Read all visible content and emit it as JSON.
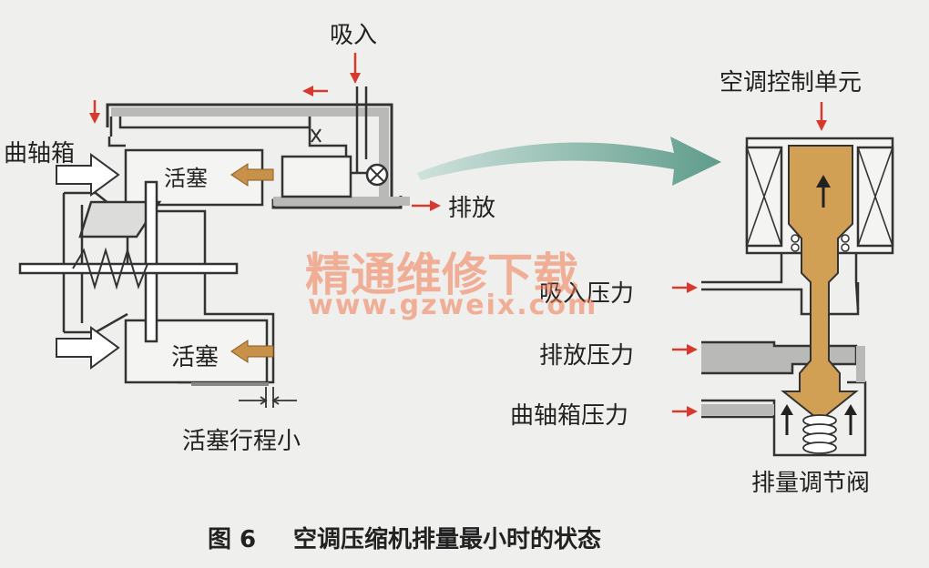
{
  "labels": {
    "suction": "吸入",
    "crankcase": "曲轴箱",
    "piston_top": "活塞",
    "piston_bottom": "活塞",
    "discharge": "排放",
    "stroke_small": "活塞行程小",
    "ac_control_unit": "空调控制单元",
    "suction_pressure": "吸入压力",
    "discharge_pressure": "排放压力",
    "crankcase_pressure": "曲轴箱压力",
    "displacement_valve": "排量调节阀"
  },
  "caption": {
    "figure_no": "图 6",
    "text": "空调压缩机排量最小时的状态"
  },
  "watermark": {
    "title": "精通维修下载",
    "url": "www.gzweix.com"
  },
  "colors": {
    "line": "#333333",
    "gray_pipe": "#b9bab8",
    "orange_arrow": "#c8914a",
    "red_arrow": "#d63a2e",
    "teal_arrow": "#6fa595",
    "valve_fill": "#d2a054"
  }
}
